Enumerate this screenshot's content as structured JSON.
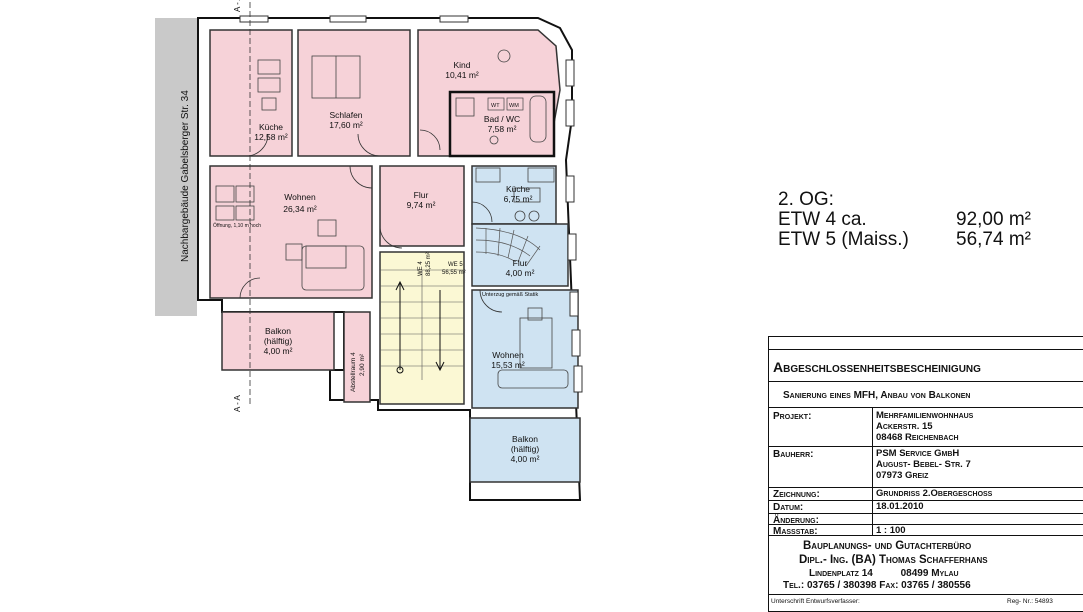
{
  "neighbor_label": "Nachbargebäude Gabelsberger Str. 34",
  "section_marks": [
    "A - A",
    "A - A"
  ],
  "rooms": [
    {
      "name": "Küche",
      "area": "12,58 m²"
    },
    {
      "name": "Schlafen",
      "area": "17,60 m²"
    },
    {
      "name": "Kind",
      "area": "10,41 m²"
    },
    {
      "name": "Bad / WC",
      "area": "7,58 m²"
    },
    {
      "name": "Wohnen",
      "area": "26,34 m²"
    },
    {
      "name": "Flur",
      "area": "9,74 m²"
    },
    {
      "name": "Küche",
      "area": "6,75 m²"
    },
    {
      "name": "Flur",
      "area": "4,00 m²"
    },
    {
      "name": "Wohnen",
      "area": "15,53 m²"
    }
  ],
  "balconies": [
    {
      "name": "Balkon",
      "note": "(hälftig)",
      "area": "4,00 m²"
    },
    {
      "name": "Balkon",
      "note": "(hälftig)",
      "area": "4,00 m²"
    }
  ],
  "storage": {
    "name": "Abstellraum 4",
    "area": "2,90 m²"
  },
  "annotations": {
    "opening": "Öffnung, 1,10 m hoch",
    "beam": "Unterzug gemäß Statik",
    "we4": "WE 4",
    "we4_area": "88,25 m²",
    "we5": "WE 5",
    "we5_area": "56,55 m²",
    "wt": "WT",
    "wm": "WM"
  },
  "summary": {
    "floor": "2. OG:",
    "etw4_label": "ETW 4 ca.",
    "etw4_value": "92,00 m²",
    "etw5_label": "ETW 5 (Maiss.)",
    "etw5_value": "56,74 m²"
  },
  "title_block": {
    "title": "Abgeschlossenheitsbescheinigung",
    "subtitle": "Sanierung eines MFH, Anbau von Balkonen",
    "projekt_label": "Projekt:",
    "projekt_lines": [
      "Mehrfamilienwohnhaus",
      "Ackerstr. 15",
      "08468 Reichenbach"
    ],
    "bauherr_label": "Bauherr:",
    "bauherr_lines": [
      "PSM Service GmbH",
      "August- Bebel- Str. 7",
      "07973 Greiz"
    ],
    "zeichnung_label": "Zeichnung:",
    "zeichnung_value": "Grundriss 2.Obergeschoss",
    "datum_label": "Datum:",
    "datum_value": "18.01.2010",
    "aenderung_label": "Änderung:",
    "aenderung_value": "",
    "massstab_label": "Massstab:",
    "massstab_value": "1 : 100",
    "office_line1": "Bauplanungs- und Gutachterbüro",
    "office_line2": "Dipl.- Ing. (BA) Thomas Schafferhans",
    "office_line3": "Lindenplatz 14          08499 Mylau",
    "office_line4": "Tel.: 03765 / 380398  Fax: 03765 / 380556",
    "signature": "Unterschrift Entwurfsverfasser:",
    "reg": "Reg- Nr.: 54893"
  },
  "colors": {
    "pink": "#f6d2d8",
    "blue": "#cfe3f2",
    "yellow": "#fbf8d4",
    "neighbor": "#c9c9c9"
  }
}
